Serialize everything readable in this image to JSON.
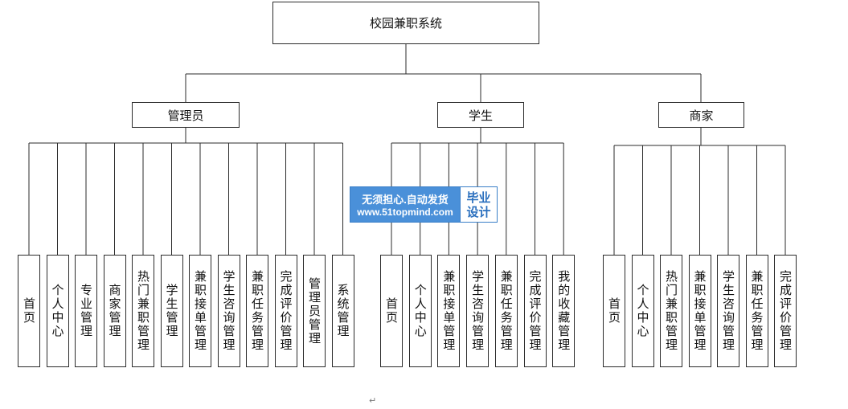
{
  "root": {
    "label": "校园兼职系统"
  },
  "groups": [
    {
      "label": "管理员",
      "children": [
        "首页",
        "个人中心",
        "专业管理",
        "商家管理",
        "热门兼职管理",
        "学生管理",
        "兼职接单管理",
        "学生咨询管理",
        "兼职任务管理",
        "完成评价管理",
        "管理员管理",
        "系统管理"
      ]
    },
    {
      "label": "学生",
      "children": [
        "首页",
        "个人中心",
        "兼职接单管理",
        "学生咨询管理",
        "兼职任务管理",
        "完成评价管理",
        "我的收藏管理"
      ]
    },
    {
      "label": "商家",
      "children": [
        "首页",
        "个人中心",
        "热门兼职管理",
        "兼职接单管理",
        "学生咨询管理",
        "兼职任务管理",
        "完成评价管理"
      ]
    }
  ],
  "watermark": {
    "line1": "无须担心.自动发货",
    "line2": "www.51topmind.com",
    "tag_top": "毕业",
    "tag_bottom": "设计"
  },
  "colors": {
    "line": "#2b2b2b",
    "watermark_bg": "#4a90d9"
  },
  "return_mark": "↵"
}
